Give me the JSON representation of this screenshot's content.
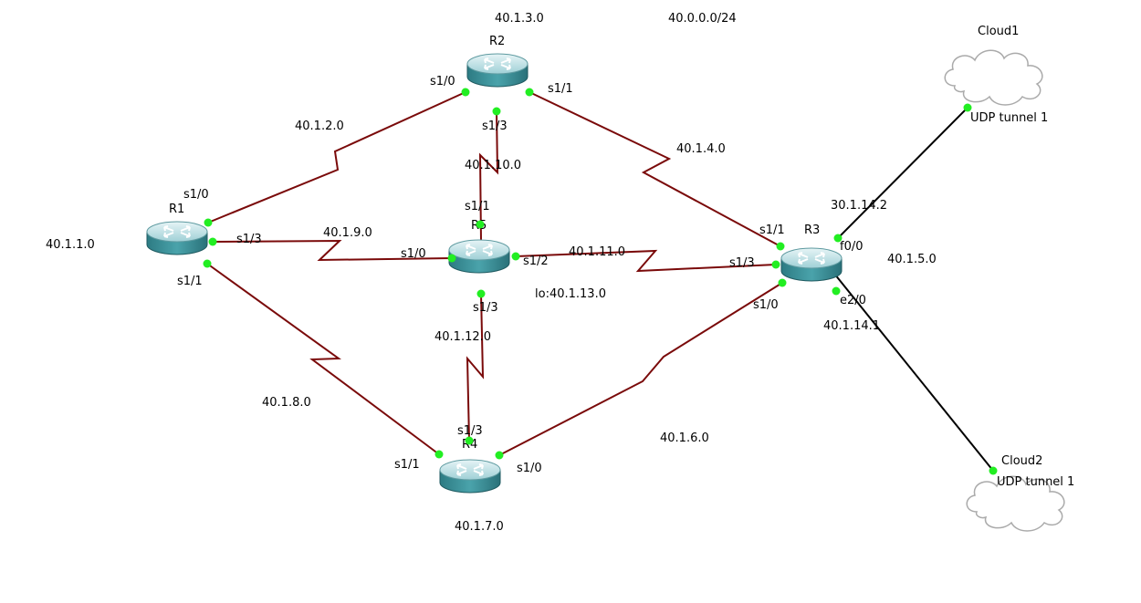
{
  "topology": {
    "network_label": "40.0.0.0/24",
    "colors": {
      "serial_link": "#7a0a0a",
      "ethernet_link": "#000000",
      "port_dot": "#22ee22",
      "router_body": "#3a8e96",
      "router_top": "#bcdfe3"
    },
    "routers": {
      "r1": {
        "name": "R1",
        "icon": "router-icon"
      },
      "r2": {
        "name": "R2",
        "icon": "router-icon"
      },
      "r3": {
        "name": "R3",
        "icon": "router-icon"
      },
      "r4": {
        "name": "R4",
        "icon": "router-icon"
      },
      "r5": {
        "name": "R5",
        "icon": "router-icon"
      }
    },
    "clouds": {
      "cloud1": {
        "name": "Cloud1",
        "port": "UDP tunnel 1",
        "icon": "cloud-icon"
      },
      "cloud2": {
        "name": "Cloud2",
        "port": "UDP tunnel 1",
        "icon": "cloud-icon"
      }
    },
    "interfaces": {
      "r1_s1_0": "s1/0",
      "r1_s1_3": "s1/3",
      "r1_s1_1": "s1/1",
      "r2_s1_0": "s1/0",
      "r2_s1_1": "s1/1",
      "r2_s1_3": "s1/3",
      "r3_s1_1": "s1/1",
      "r3_s1_3": "s1/3",
      "r3_s1_0": "s1/0",
      "r3_f0_0": "f0/0",
      "r3_e2_0": "e2/0",
      "r4_s1_1": "s1/1",
      "r4_s1_0": "s1/0",
      "r4_s1_3": "s1/3",
      "r5_s1_1": "s1/1",
      "r5_s1_0": "s1/0",
      "r5_s1_2": "s1/2",
      "r5_s1_3": "s1/3"
    },
    "subnets": {
      "r1_loop": "40.1.1.0",
      "r1_r2": "40.1.2.0",
      "r2_loop": "40.1.3.0",
      "r2_r3": "40.1.4.0",
      "r3_loop": "40.1.5.0",
      "r3_r4": "40.1.6.0",
      "r4_loop": "40.1.7.0",
      "r1_r4": "40.1.8.0",
      "r1_r5": "40.1.9.0",
      "r2_r5": "40.1.10.0",
      "r5_r3": "40.1.11.0",
      "r5_r4": "40.1.12.0",
      "r5_loop": "lo:40.1.13.0",
      "r3_cloud1": "30.1.14.2",
      "r3_cloud2": "40.1.14.1"
    }
  }
}
